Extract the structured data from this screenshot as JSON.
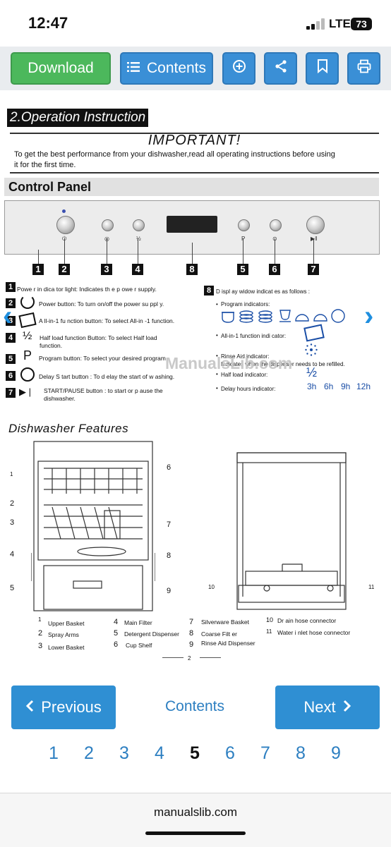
{
  "status": {
    "time": "12:47",
    "network": "LTE",
    "battery": "73"
  },
  "toolbar": {
    "download_label": "Download",
    "contents_label": "Contents",
    "icons": [
      "plus-circle-icon",
      "share-icon",
      "bookmark-icon",
      "print-icon"
    ]
  },
  "doc": {
    "section_title": "2.Operation Instruction",
    "important_title": "IMPORTANT!",
    "important_text": "To get the best performance from your dishwasher,read all operating instructions before using it for the first time.",
    "control_panel_title": "Control Panel",
    "panel_numbers": [
      "1",
      "2",
      "3",
      "4",
      "8",
      "5",
      "6",
      "7"
    ],
    "panel_symbols": [
      "⏻",
      "◎",
      "½",
      "P",
      "⊙",
      "▶‖"
    ],
    "legend": [
      {
        "num": "1",
        "text": "Powe r in dica tor light: Indicates th e p owe r supply."
      },
      {
        "num": "2",
        "text": "Power button: To turn on/off the power su ppl y."
      },
      {
        "num": "3",
        "text": "A ll-in-1 fu nction button: To select All-in -1 function."
      },
      {
        "num": "4",
        "text": "Half load function Button: To select Half load function."
      },
      {
        "num": "5",
        "text": "Program button: To select your desired program."
      },
      {
        "num": "6",
        "text": "Delay S tart button : To d elay the start of w ashing."
      },
      {
        "num": "7",
        "text": "START/PAUSE button : to start or p ause the dishwasher."
      }
    ],
    "legend_symbols": [
      "½",
      "P"
    ],
    "display_title": "D ispl ay widow indicat es as follows :",
    "display_num": "8",
    "indicators": {
      "program": "Program indicators:",
      "allin1": "All-in-1 function indi cator:",
      "rinse": "Rinse Aid indicator:",
      "rinse_note": "Indicates when the dispenser needs to be refilled.",
      "half": "Half load indicator:",
      "half_symbol": "½",
      "delay": "Delay hours indicator:",
      "delay_hours": [
        "3h",
        "6h",
        "9h",
        "12h"
      ]
    },
    "watermark": "ManualsLib.com",
    "features_title": "Dishwasher Features",
    "left_labels": [
      "1",
      "2",
      "3",
      "4",
      "5"
    ],
    "right_labels": [
      "6",
      "7",
      "8",
      "9"
    ],
    "back_labels": [
      "10",
      "11"
    ],
    "parts": [
      {
        "num": "1",
        "name": "Upper Basket"
      },
      {
        "num": "2",
        "name": "Spray Arms"
      },
      {
        "num": "3",
        "name": "Lower Basket"
      },
      {
        "num": "4",
        "name": "Main Filter"
      },
      {
        "num": "5",
        "name": "Detergent Dispenser"
      },
      {
        "num": "6",
        "name": "Cup Shelf"
      },
      {
        "num": "7",
        "name": "Silverware Basket"
      },
      {
        "num": "8",
        "name": "Coarse Filt er"
      },
      {
        "num": "9",
        "name": "Rinse Aid Dispenser"
      },
      {
        "num": "10",
        "name": "Dr ain hose connector"
      },
      {
        "num": "11",
        "name": "Water i nlet hose connector"
      }
    ],
    "page_number": "2"
  },
  "nav": {
    "previous_label": "Previous",
    "contents_label": "Contents",
    "next_label": "Next",
    "pages": [
      "1",
      "2",
      "3",
      "4",
      "5",
      "6",
      "7",
      "8",
      "9"
    ],
    "current_page": "5"
  },
  "browser": {
    "url": "manualslib.com"
  }
}
